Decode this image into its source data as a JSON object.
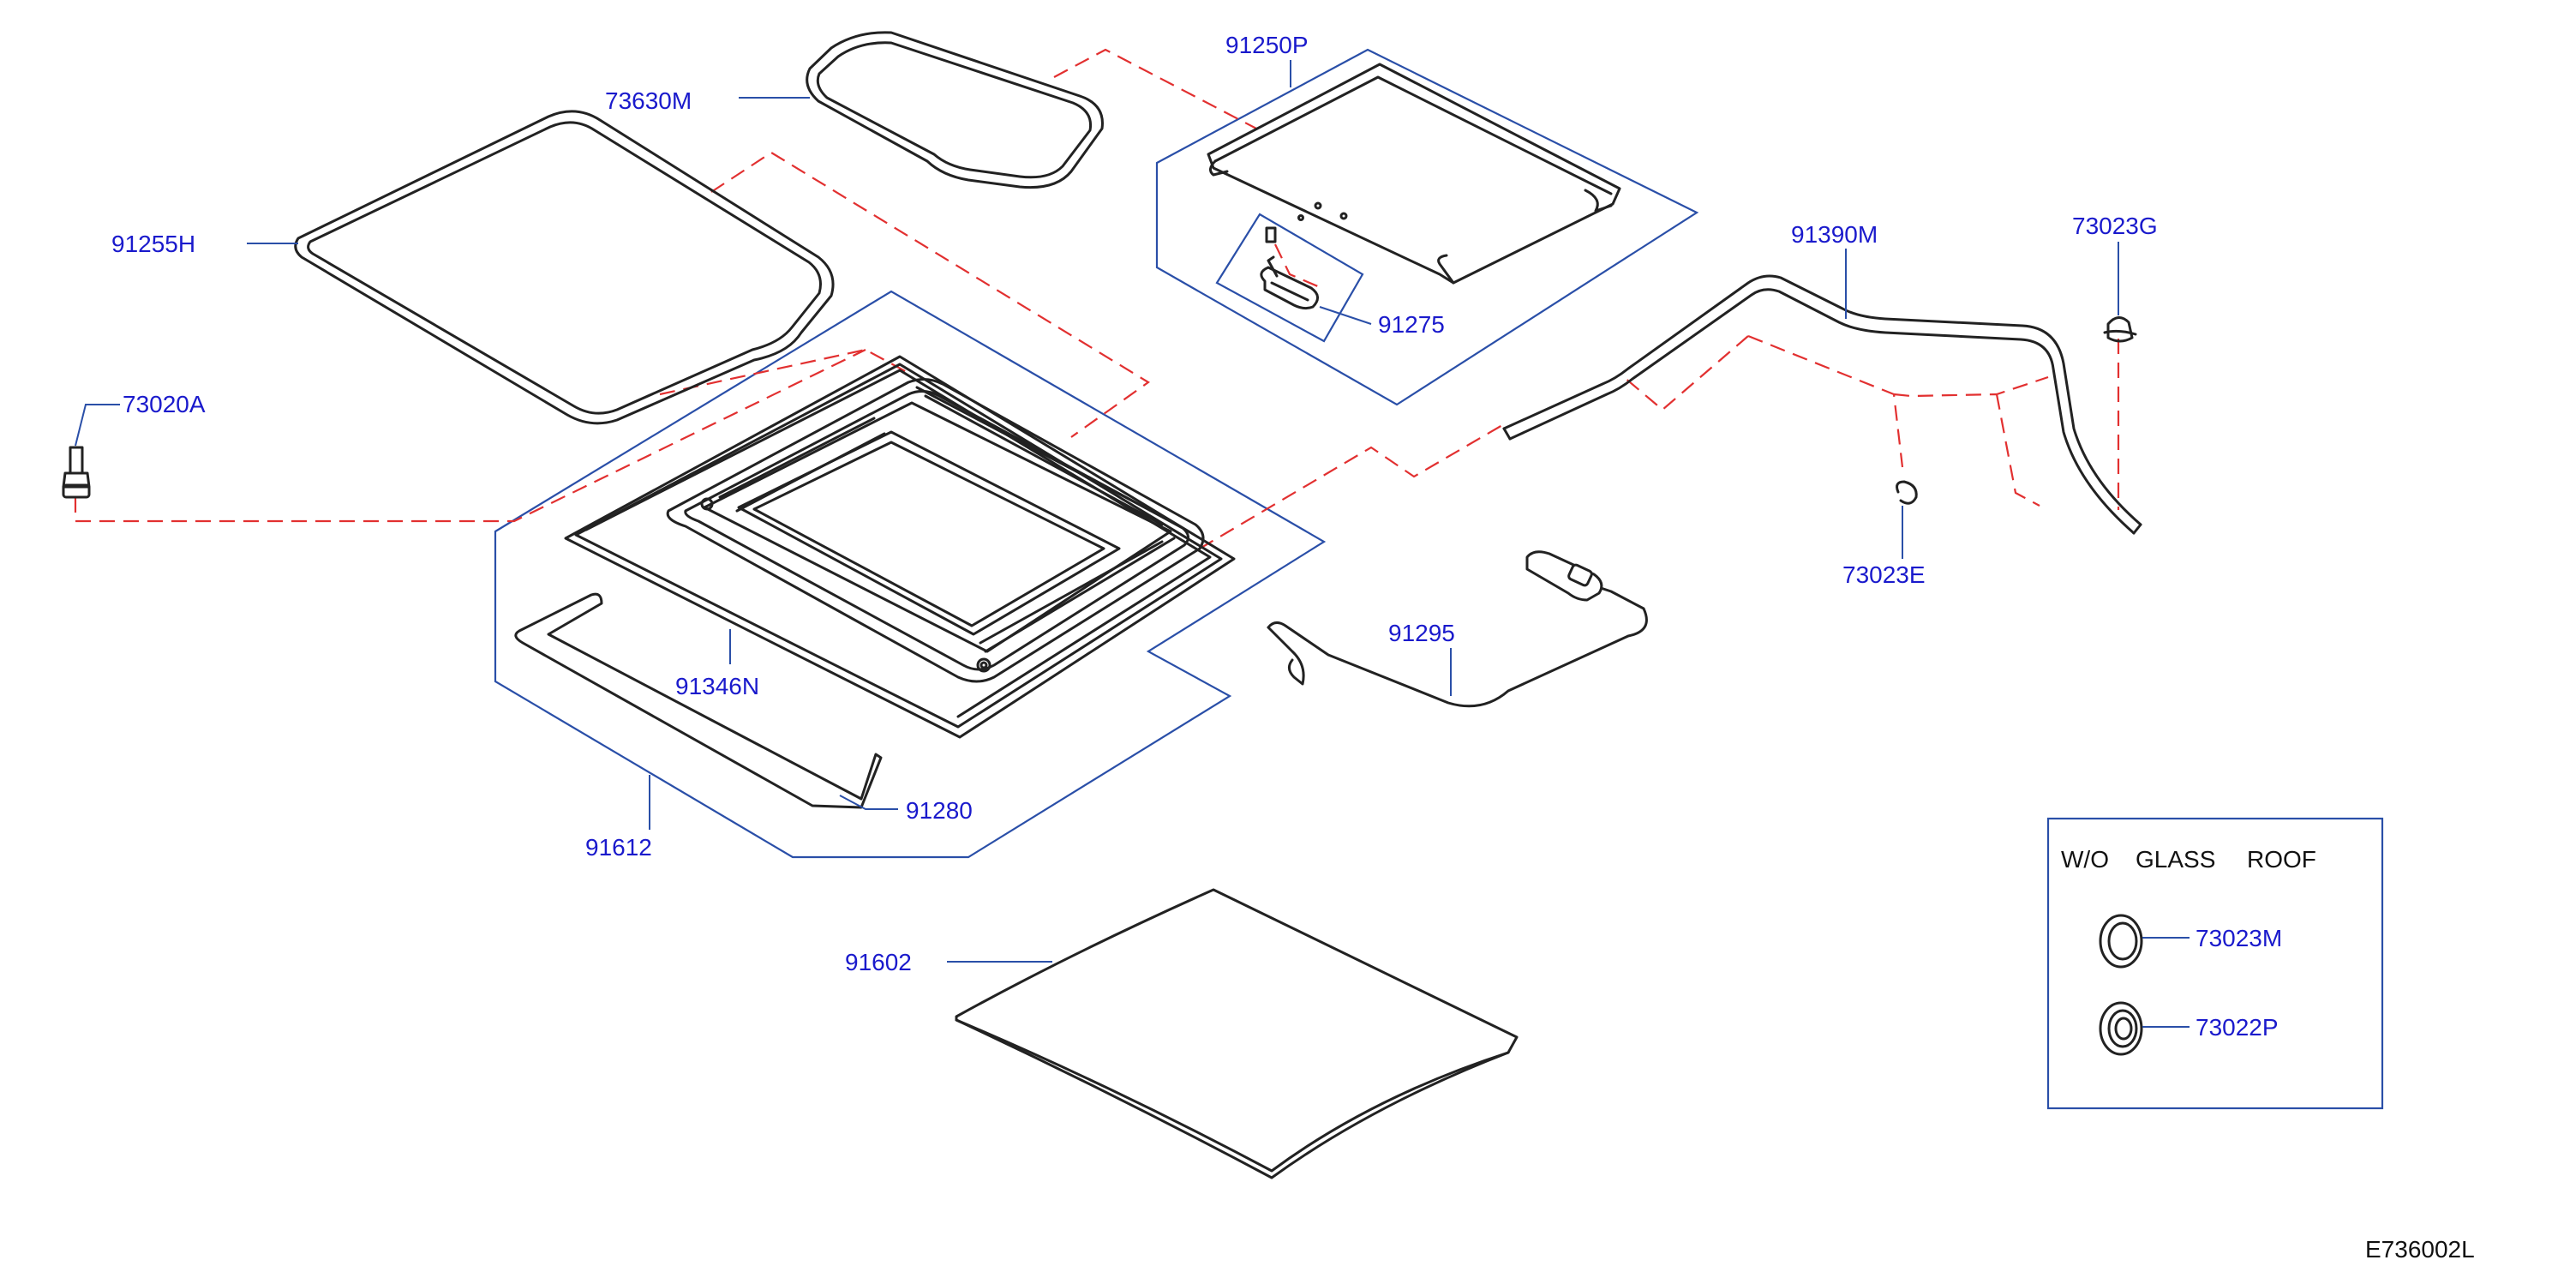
{
  "diagram_id": "E736002L",
  "parts": {
    "p91250P": "91250P",
    "p73630M": "73630M",
    "p91255H": "91255H",
    "p73020A": "73020A",
    "p91275": "91275",
    "p91390M": "91390M",
    "p73023G": "73023G",
    "p73023E": "73023E",
    "p91346N": "91346N",
    "p91295": "91295",
    "p91280": "91280",
    "p91612": "91612",
    "p91602": "91602"
  },
  "inset": {
    "title_words": [
      "W/O",
      "GLASS",
      "ROOF"
    ],
    "p73023M": "73023M",
    "p73022P": "73022P"
  },
  "colors": {
    "label": "#1a1acc",
    "leader": "#2a4fa8",
    "dashed_line": "#e23030",
    "part_outline": "#222222"
  }
}
